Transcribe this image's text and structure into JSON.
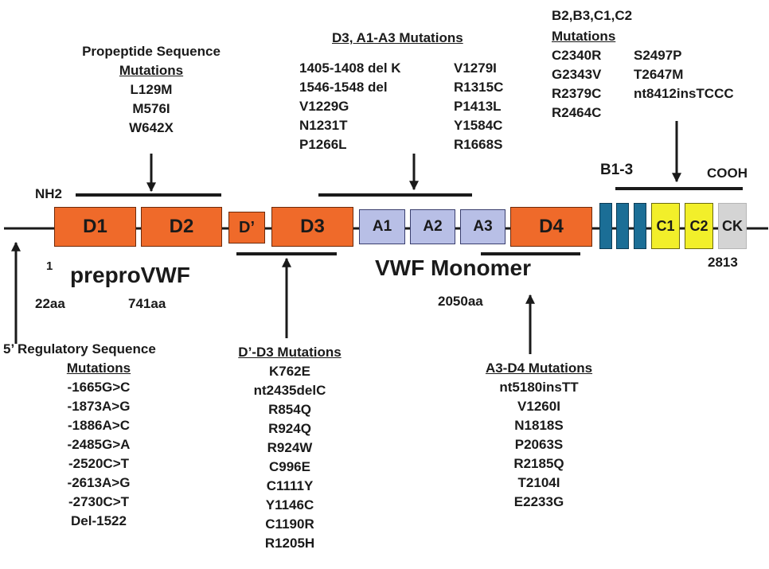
{
  "domains": {
    "d1": "D1",
    "d2": "D2",
    "dprime": "D’",
    "d3": "D3",
    "a1": "A1",
    "a2": "A2",
    "a3": "A3",
    "d4": "D4",
    "c1": "C1",
    "c2": "C2",
    "ck": "CK"
  },
  "labels": {
    "nh2": "NH2",
    "cooh": "COOH",
    "b13": "B1-3",
    "one": "1",
    "aa22": "22aa",
    "aa741": "741aa",
    "aa2050": "2050aa",
    "aa2813": "2813",
    "prepro": "preproVWF",
    "monomer": "VWF Monomer"
  },
  "propeptide": {
    "title": "Propeptide Sequence",
    "header": "Mutations",
    "items": [
      "L129M",
      "M576I",
      "W642X"
    ]
  },
  "d3a1a3": {
    "header": "D3, A1-A3 Mutations",
    "left": [
      "1405-1408 del K",
      "1546-1548 del",
      "V1229G",
      "N1231T",
      "P1266L"
    ],
    "right": [
      "V1279I",
      "R1315C",
      "P1413L",
      "Y1584C",
      "R1668S"
    ]
  },
  "bc": {
    "title": "B2,B3,C1,C2",
    "header": "Mutations",
    "left": [
      "C2340R",
      "G2343V",
      "R2379C",
      "R2464C"
    ],
    "right": [
      "S2497P",
      "T2647M",
      "nt8412insTCCC"
    ]
  },
  "regulatory": {
    "title": "5’ Regulatory Sequence",
    "header": "Mutations",
    "items": [
      "-1665G>C",
      "-1873A>G",
      "-1886A>C",
      "-2485G>A",
      "-2520C>T",
      "-2613A>G",
      "-2730C>T",
      "Del-1522"
    ]
  },
  "dprimed3": {
    "header": "D’-D3 Mutations",
    "items": [
      "K762E",
      "nt2435delC",
      "R854Q",
      "R924Q",
      "R924W",
      "C996E",
      "C1111Y",
      "Y1146C",
      "C1190R",
      "R1205H"
    ]
  },
  "a3d4": {
    "header": "A3-D4 Mutations",
    "items": [
      "nt5180insTT",
      "V1260I",
      "N1818S",
      "P2063S",
      "R2185Q",
      "T2104I",
      "E2233G"
    ]
  }
}
